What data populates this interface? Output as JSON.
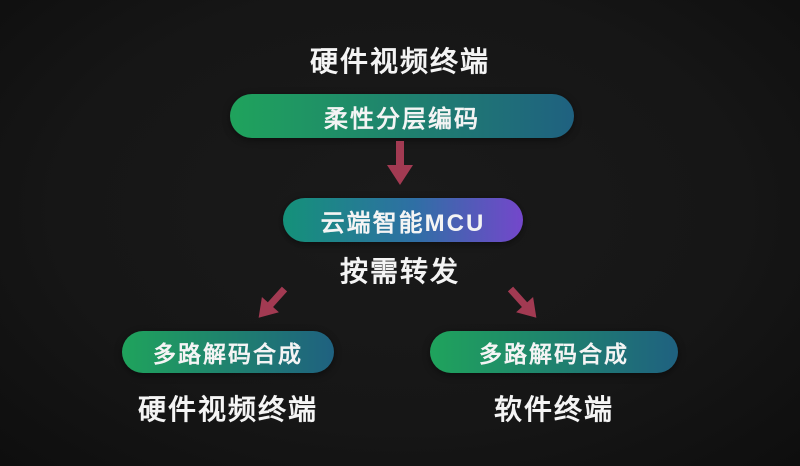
{
  "colors": {
    "background": "#161616",
    "text": "#f4f4f4",
    "arrow": "#a23a52",
    "pill_green": "#1fa35c",
    "pill_teal": "#1f6180",
    "mcu_teal": "#149179",
    "mcu_purple": "#7447cb"
  },
  "flow": {
    "source_title": "硬件视频终端",
    "encode_pill": "柔性分层编码",
    "mcu_pill": "云端智能MCU",
    "forward_label": "按需转发",
    "left_decode_pill": "多路解码合成",
    "right_decode_pill": "多路解码合成",
    "left_terminal_label": "硬件视频终端",
    "right_terminal_label": "软件终端"
  },
  "icons": {
    "down_arrow": "down-arrow",
    "down_left_arrow": "down-left-arrow",
    "down_right_arrow": "down-right-arrow"
  }
}
